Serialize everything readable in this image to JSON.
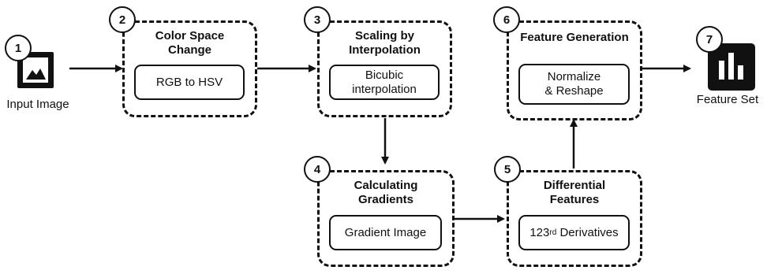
{
  "steps": {
    "input": {
      "number": "1",
      "caption": "Input Image",
      "icon": "image-icon"
    },
    "color_space": {
      "number": "2",
      "title": "Color Space Change",
      "inner": "RGB to HSV"
    },
    "scaling": {
      "number": "3",
      "title": "Scaling by Interpolation",
      "inner": "Bicubic interpolation"
    },
    "gradients": {
      "number": "4",
      "title": "Calculating Gradients",
      "inner": "Gradient Image"
    },
    "differential": {
      "number": "5",
      "title": "Differential Features",
      "inner_prefix": "123",
      "inner_sup": "rd",
      "inner_suffix": " Derivatives"
    },
    "feature_gen": {
      "number": "6",
      "title": "Feature Generation",
      "inner": "Normalize & Reshape"
    },
    "output": {
      "number": "7",
      "caption": "Feature Set",
      "icon": "bar-chart-icon"
    }
  },
  "colors": {
    "stroke": "#111111",
    "background": "#ffffff"
  }
}
